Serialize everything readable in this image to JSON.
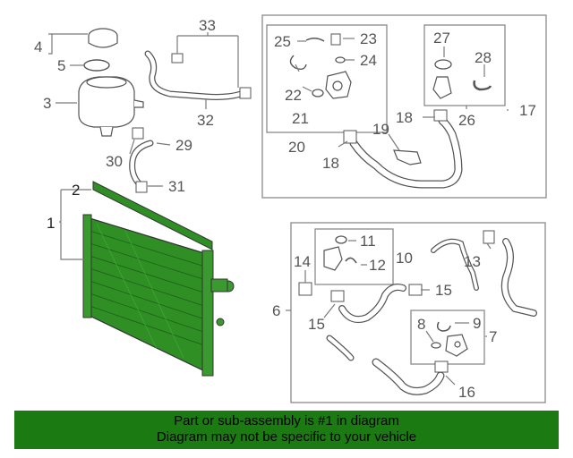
{
  "callouts": {
    "c1": "1",
    "c2": "2",
    "c3": "3",
    "c4": "4",
    "c5": "5",
    "c6": "6",
    "c7": "7",
    "c8": "8",
    "c9": "9",
    "c10": "10",
    "c11": "11",
    "c12": "12",
    "c13": "13",
    "c14": "14",
    "c15a": "15",
    "c15b": "15",
    "c16": "16",
    "c17": "17",
    "c18a": "18",
    "c18b": "18",
    "c19": "19",
    "c20": "20",
    "c21": "21",
    "c22": "22",
    "c23": "23",
    "c24": "24",
    "c25": "25",
    "c26": "26",
    "c27": "27",
    "c28": "28",
    "c29": "29",
    "c30": "30",
    "c31": "31",
    "c32": "32",
    "c33": "33"
  },
  "banner": {
    "line1": "Part or sub-assembly is #1 in diagram",
    "line2": "Diagram may not be specific to your vehicle"
  },
  "colors": {
    "highlight": "#1b7a12",
    "radiator_fill": "#2f8f25",
    "line": "#7a7a7a",
    "part_stroke": "#555555"
  }
}
